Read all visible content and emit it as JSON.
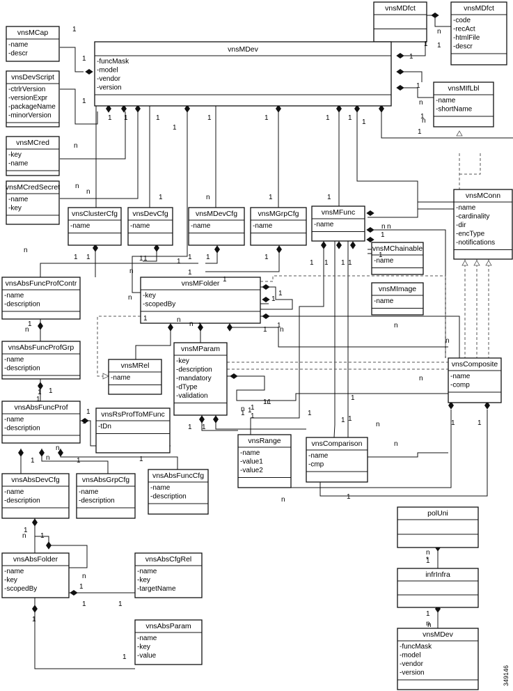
{
  "figure_id": "349146",
  "classes": [
    {
      "id": "vnsMDfct_a",
      "title": "vnsMDfct",
      "attrs": []
    },
    {
      "id": "vnsMDfct_b",
      "title": "vnsMDfct",
      "attrs": [
        "-code",
        "-recAct",
        "-htmlFile",
        "-descr"
      ]
    },
    {
      "id": "vnsMCap",
      "title": "vnsMCap",
      "attrs": [
        "-name",
        "-descr"
      ]
    },
    {
      "id": "vnsMDev",
      "title": "vnsMDev",
      "attrs": [
        "-funcMask",
        "-model",
        "-vendor",
        "-version"
      ]
    },
    {
      "id": "vnsDevScript",
      "title": "vnsDevScript",
      "attrs": [
        "-ctrlrVersion",
        "-versionExpr",
        "-packageName",
        "-minorVersion"
      ]
    },
    {
      "id": "vnsMIfLbl",
      "title": "vnsMIfLbl",
      "attrs": [
        "-name",
        "-shortName"
      ]
    },
    {
      "id": "vnsMCred",
      "title": "vnsMCred",
      "attrs": [
        "-key",
        "-name"
      ]
    },
    {
      "id": "vnsMCredSecret",
      "title": "vnsMCredSecret",
      "attrs": [
        "-name",
        "-key"
      ]
    },
    {
      "id": "vnsMConn",
      "title": "vnsMConn",
      "attrs": [
        "-name",
        "-cardinality",
        "-dir",
        "-encType",
        "-notifications"
      ]
    },
    {
      "id": "vnsClusterCfg",
      "title": "vnsClusterCfg",
      "attrs": [
        "-name"
      ]
    },
    {
      "id": "vnsDevCfg",
      "title": "vnsDevCfg",
      "attrs": [
        "-name"
      ]
    },
    {
      "id": "vnsMDevCfg",
      "title": "vnsMDevCfg",
      "attrs": [
        "-name"
      ]
    },
    {
      "id": "vnsMGrpCfg",
      "title": "vnsMGrpCfg",
      "attrs": [
        "-name"
      ]
    },
    {
      "id": "vnsMFunc",
      "title": "vnsMFunc",
      "attrs": [
        "-name"
      ]
    },
    {
      "id": "vnsMChainable",
      "title": "vnsMChainable",
      "attrs": [
        "-name"
      ]
    },
    {
      "id": "vnsAbsFuncProfContr",
      "title": "vnsAbsFuncProfContr",
      "attrs": [
        "-name",
        "-description"
      ]
    },
    {
      "id": "vnsMFolder",
      "title": "vnsMFolder",
      "attrs": [
        "-key",
        "-scopedBy"
      ]
    },
    {
      "id": "vnsMImage",
      "title": "vnsMImage",
      "attrs": [
        "-name"
      ]
    },
    {
      "id": "vnsAbsFuncProfGrp",
      "title": "vnsAbsFuncProfGrp",
      "attrs": [
        "-name",
        "-description"
      ]
    },
    {
      "id": "vnsMRel",
      "title": "vnsMRel",
      "attrs": [
        "-name"
      ]
    },
    {
      "id": "vnsMParam",
      "title": "vnsMParam",
      "attrs": [
        "-key",
        "-description",
        "-mandatory",
        "-dType",
        "-validation"
      ]
    },
    {
      "id": "vnsComposite",
      "title": "vnsComposite",
      "attrs": [
        "-name",
        "-comp"
      ]
    },
    {
      "id": "vnsAbsFuncProf",
      "title": "vnsAbsFuncProf",
      "attrs": [
        "-name",
        "-description"
      ]
    },
    {
      "id": "vnsRsProfToMFunc",
      "title": "vnsRsProfToMFunc",
      "attrs": [
        "-tDn"
      ]
    },
    {
      "id": "vnsRange",
      "title": "vnsRange",
      "attrs": [
        "-name",
        "-value1",
        "-value2"
      ]
    },
    {
      "id": "vnsComparison",
      "title": "vnsComparison",
      "attrs": [
        "-name",
        "-cmp"
      ]
    },
    {
      "id": "vnsAbsDevCfg",
      "title": "vnsAbsDevCfg",
      "attrs": [
        "-name",
        "-description"
      ]
    },
    {
      "id": "vnsAbsGrpCfg",
      "title": "vnsAbsGrpCfg",
      "attrs": [
        "-name",
        "-description"
      ]
    },
    {
      "id": "vnsAbsFuncCfg",
      "title": "vnsAbsFuncCfg",
      "attrs": [
        "-name",
        "-description"
      ]
    },
    {
      "id": "polUni",
      "title": "polUni",
      "attrs": []
    },
    {
      "id": "vnsAbsFolder",
      "title": "vnsAbsFolder",
      "attrs": [
        "-name",
        "-key",
        "-scopedBy"
      ]
    },
    {
      "id": "vnsAbsCfgRel",
      "title": "vnsAbsCfgRel",
      "attrs": [
        "-name",
        "-key",
        "-targetName"
      ]
    },
    {
      "id": "infrInfra",
      "title": "infrInfra",
      "attrs": []
    },
    {
      "id": "vnsAbsParam",
      "title": "vnsAbsParam",
      "attrs": [
        "-name",
        "-key",
        "-value"
      ]
    },
    {
      "id": "vnsMDev_b",
      "title": "vnsMDev",
      "attrs": [
        "-funcMask",
        "-model",
        "-vendor",
        "-version"
      ]
    }
  ],
  "multiplicities": [
    "1",
    "1",
    "n",
    "1",
    "1",
    "1",
    "1",
    "n",
    "1",
    "n",
    "n",
    "n",
    "1",
    "1",
    "1",
    "1",
    "1",
    "1",
    "1",
    "1",
    "1",
    "1",
    "1",
    "n",
    "1",
    "1",
    "n",
    "n",
    "n",
    "1",
    "n",
    "1",
    "1",
    "1",
    "1",
    "1",
    "1",
    "1",
    "1",
    "1",
    "1",
    "1",
    "1",
    "1",
    "n",
    "1",
    "1",
    "1",
    "1",
    "n",
    "n",
    "n",
    "1",
    "1",
    "n",
    "1",
    "1",
    "1",
    "1",
    "1",
    "n",
    "1",
    "n",
    "1",
    "1",
    "1",
    "1",
    "n",
    "1",
    "1",
    "1",
    "1",
    "n",
    "n",
    "1",
    "n",
    "1",
    "1",
    "1",
    "n",
    "1",
    "n",
    "1",
    "1",
    "1",
    "1",
    "1",
    "n",
    "1",
    "1",
    "n",
    "n",
    "n",
    "n",
    "1",
    "1",
    "1",
    "1",
    "1",
    "1",
    "*",
    "n",
    "n",
    "1",
    "1",
    "1",
    "1",
    "n"
  ]
}
